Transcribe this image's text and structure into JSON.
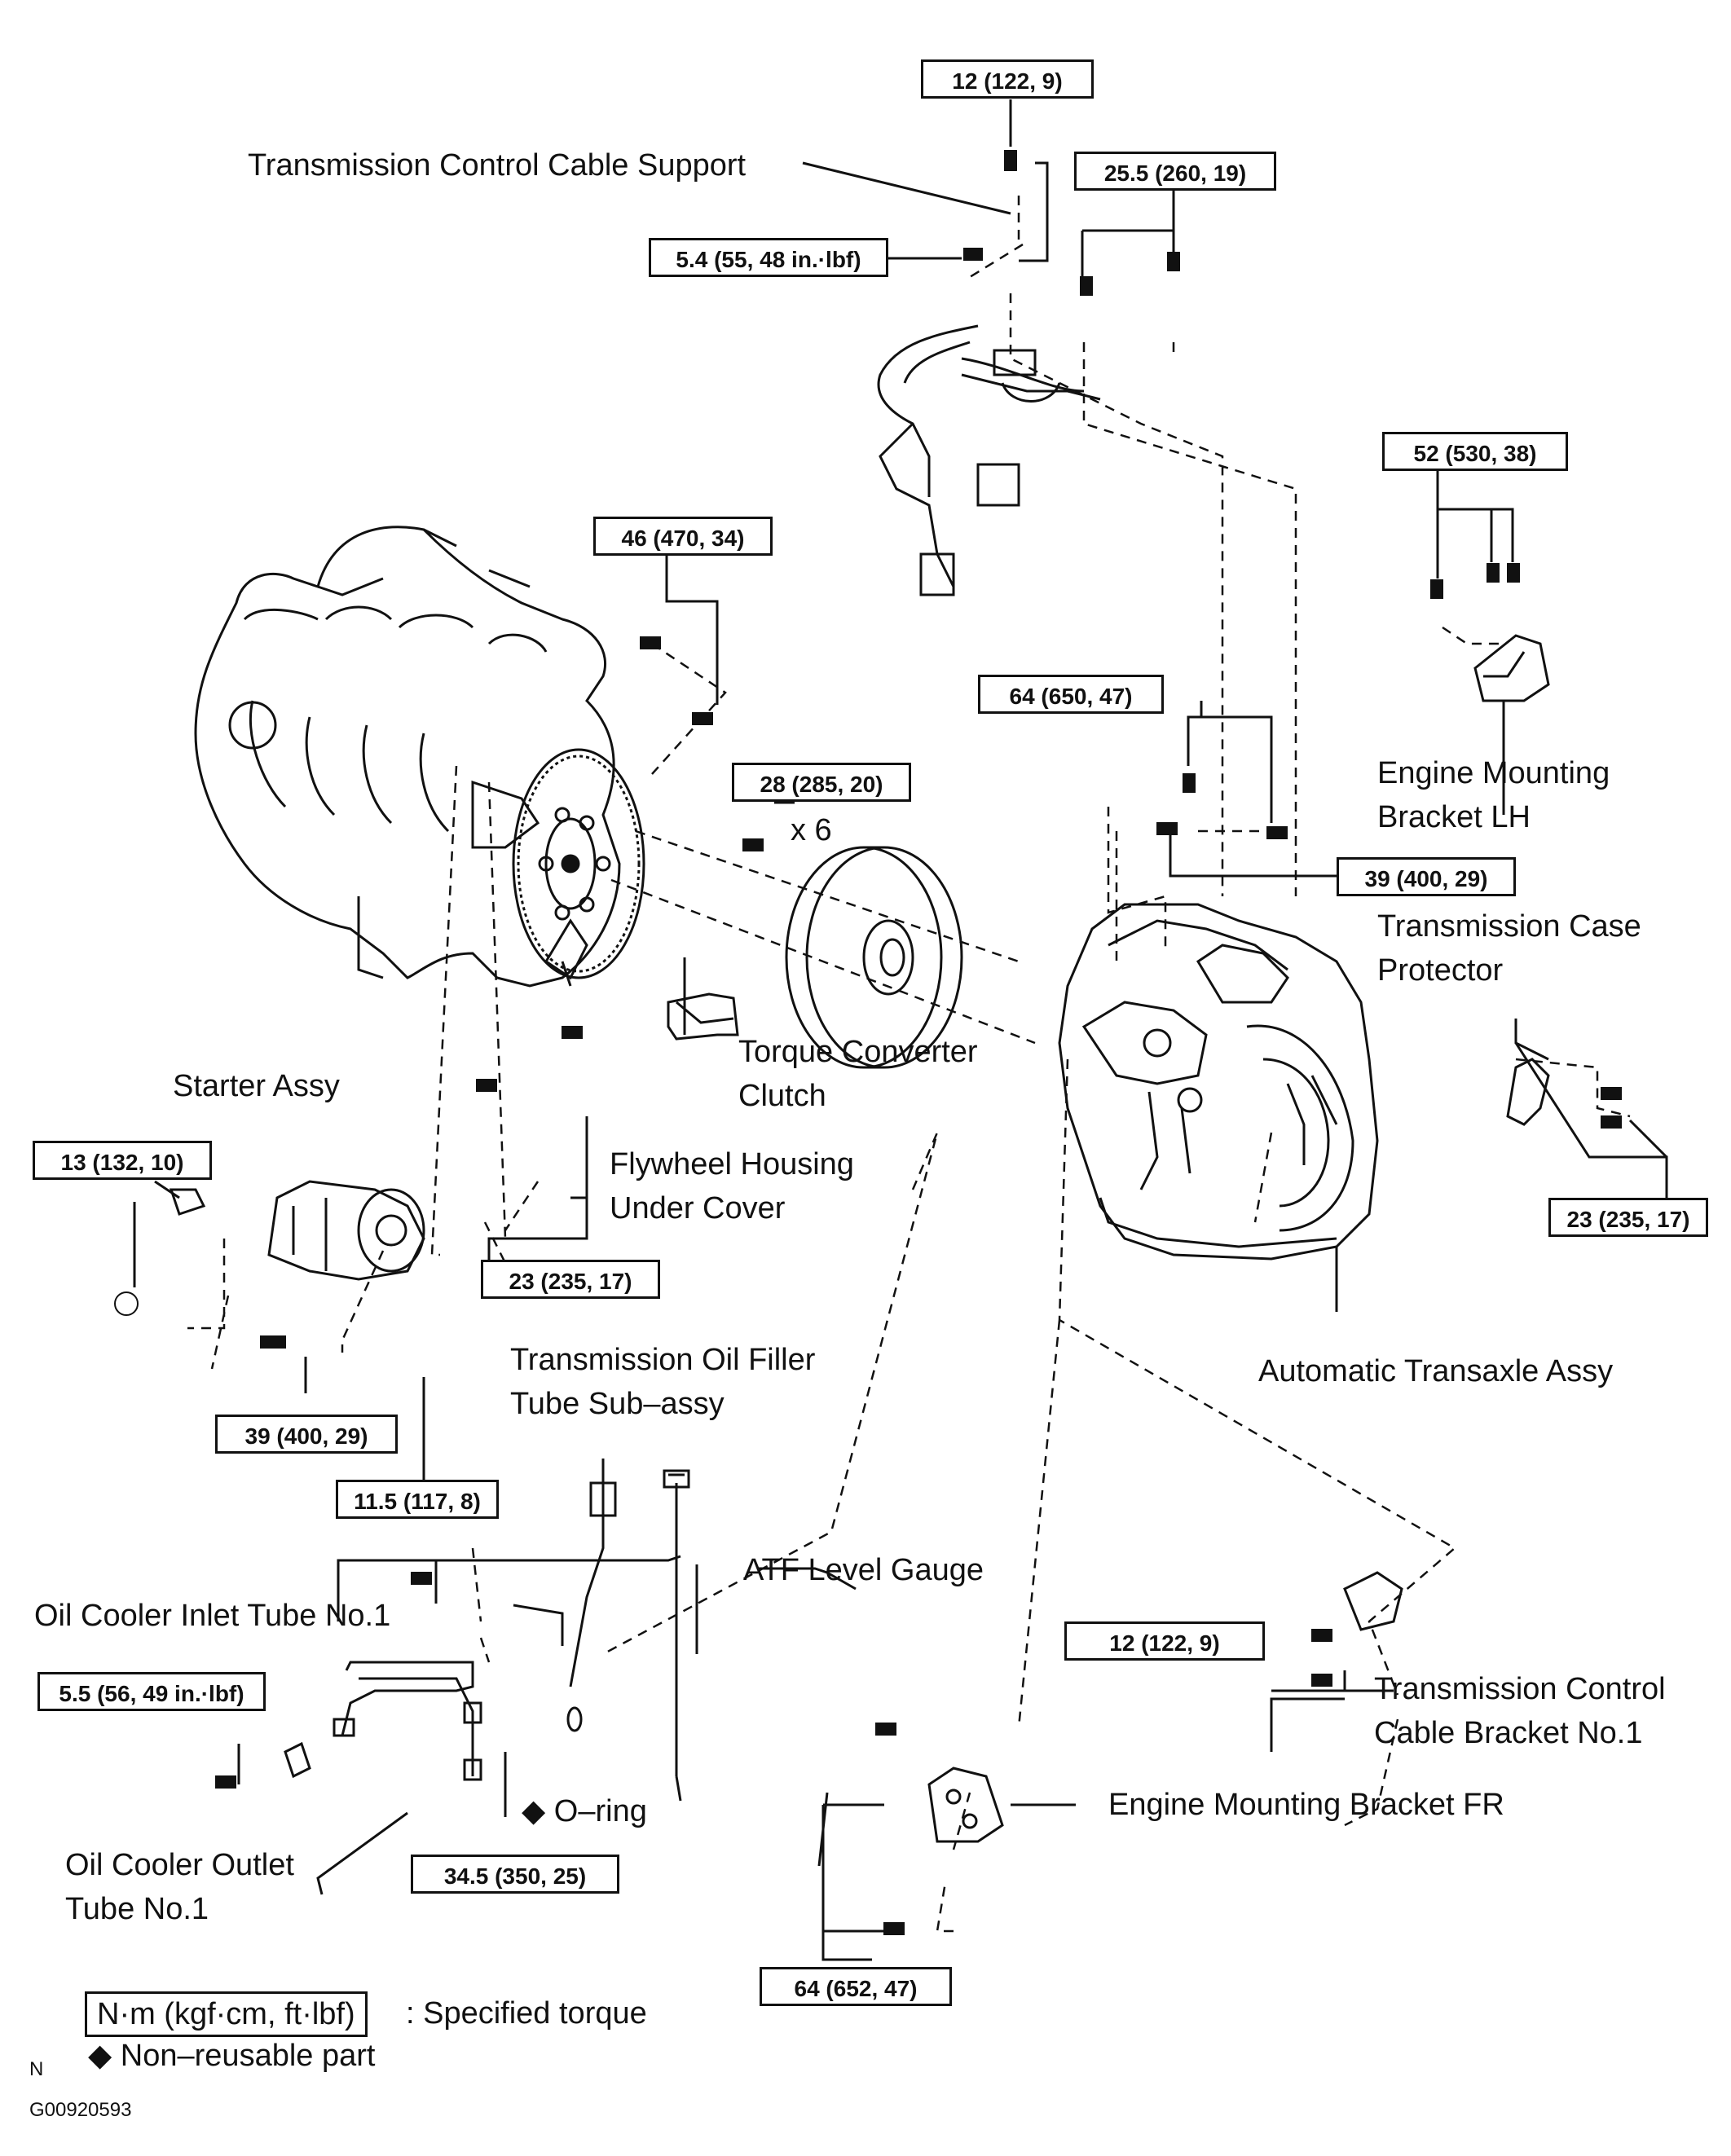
{
  "torques": {
    "t1": "12 (122, 9)",
    "t2": "25.5 (260, 19)",
    "t3": "5.4 (55, 48 in.·lbf)",
    "t4": "52 (530, 38)",
    "t5": "46 (470, 34)",
    "t6": "64 (650, 47)",
    "t7": "28 (285, 20)",
    "t8": "39 (400, 29)",
    "t9": "13 (132, 10)",
    "t10": "23 (235, 17)",
    "t11": "23 (235, 17)",
    "t12": "39 (400, 29)",
    "t13": "11.5 (117, 8)",
    "t14": "5.5 (56, 49 in.·lbf)",
    "t15": "12 (122, 9)",
    "t16": "34.5 (350, 25)",
    "t17": "64 (652, 47)"
  },
  "labels": {
    "cable_support": "Transmission Control Cable Support",
    "mount_lh_1": "Engine Mounting",
    "mount_lh_2": "Bracket LH",
    "times6": "x 6",
    "case_prot_1": "Transmission Case",
    "case_prot_2": "Protector",
    "starter": "Starter Assy",
    "torque_conv_1": "Torque Converter",
    "torque_conv_2": "Clutch",
    "flywheel_1": "Flywheel Housing",
    "flywheel_2": "Under Cover",
    "transaxle": "Automatic Transaxle Assy",
    "filler_1": "Transmission Oil Filler",
    "filler_2": "Tube Sub–assy",
    "atf": "ATF Level Gauge",
    "inlet": "Oil Cooler Inlet Tube No.1",
    "ctrl_bracket_1": "Transmission Control",
    "ctrl_bracket_2": "Cable Bracket No.1",
    "mount_fr": "Engine Mounting Bracket FR",
    "oring": "O–ring",
    "outlet_1": "Oil Cooler Outlet",
    "outlet_2": "Tube No.1"
  },
  "legend": {
    "torque_unit": "N·m (kgf·cm, ft·lbf)",
    "torque_desc": ": Specified torque",
    "nonreusable": "Non–reusable part",
    "diamond": "◆"
  },
  "footer": {
    "n": "N",
    "code": "G00920593"
  }
}
